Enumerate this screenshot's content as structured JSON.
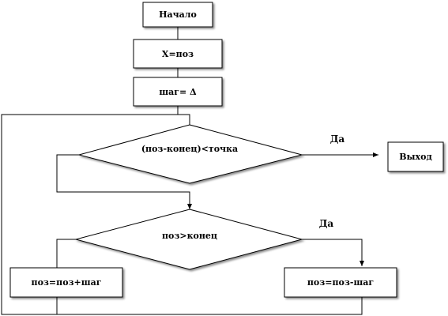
{
  "flowchart": {
    "nodes": {
      "start": "Начало",
      "assign_x": "X=поз",
      "assign_step": "шаг= Δ",
      "decision_exit": "(поз-конец)<точка",
      "exit": "Выход",
      "decision_compare": "поз>конец",
      "increment": "поз=поз+шаг",
      "decrement": "поз=поз-шаг"
    },
    "edge_labels": {
      "exit_yes": "Да",
      "compare_yes": "Да"
    }
  }
}
